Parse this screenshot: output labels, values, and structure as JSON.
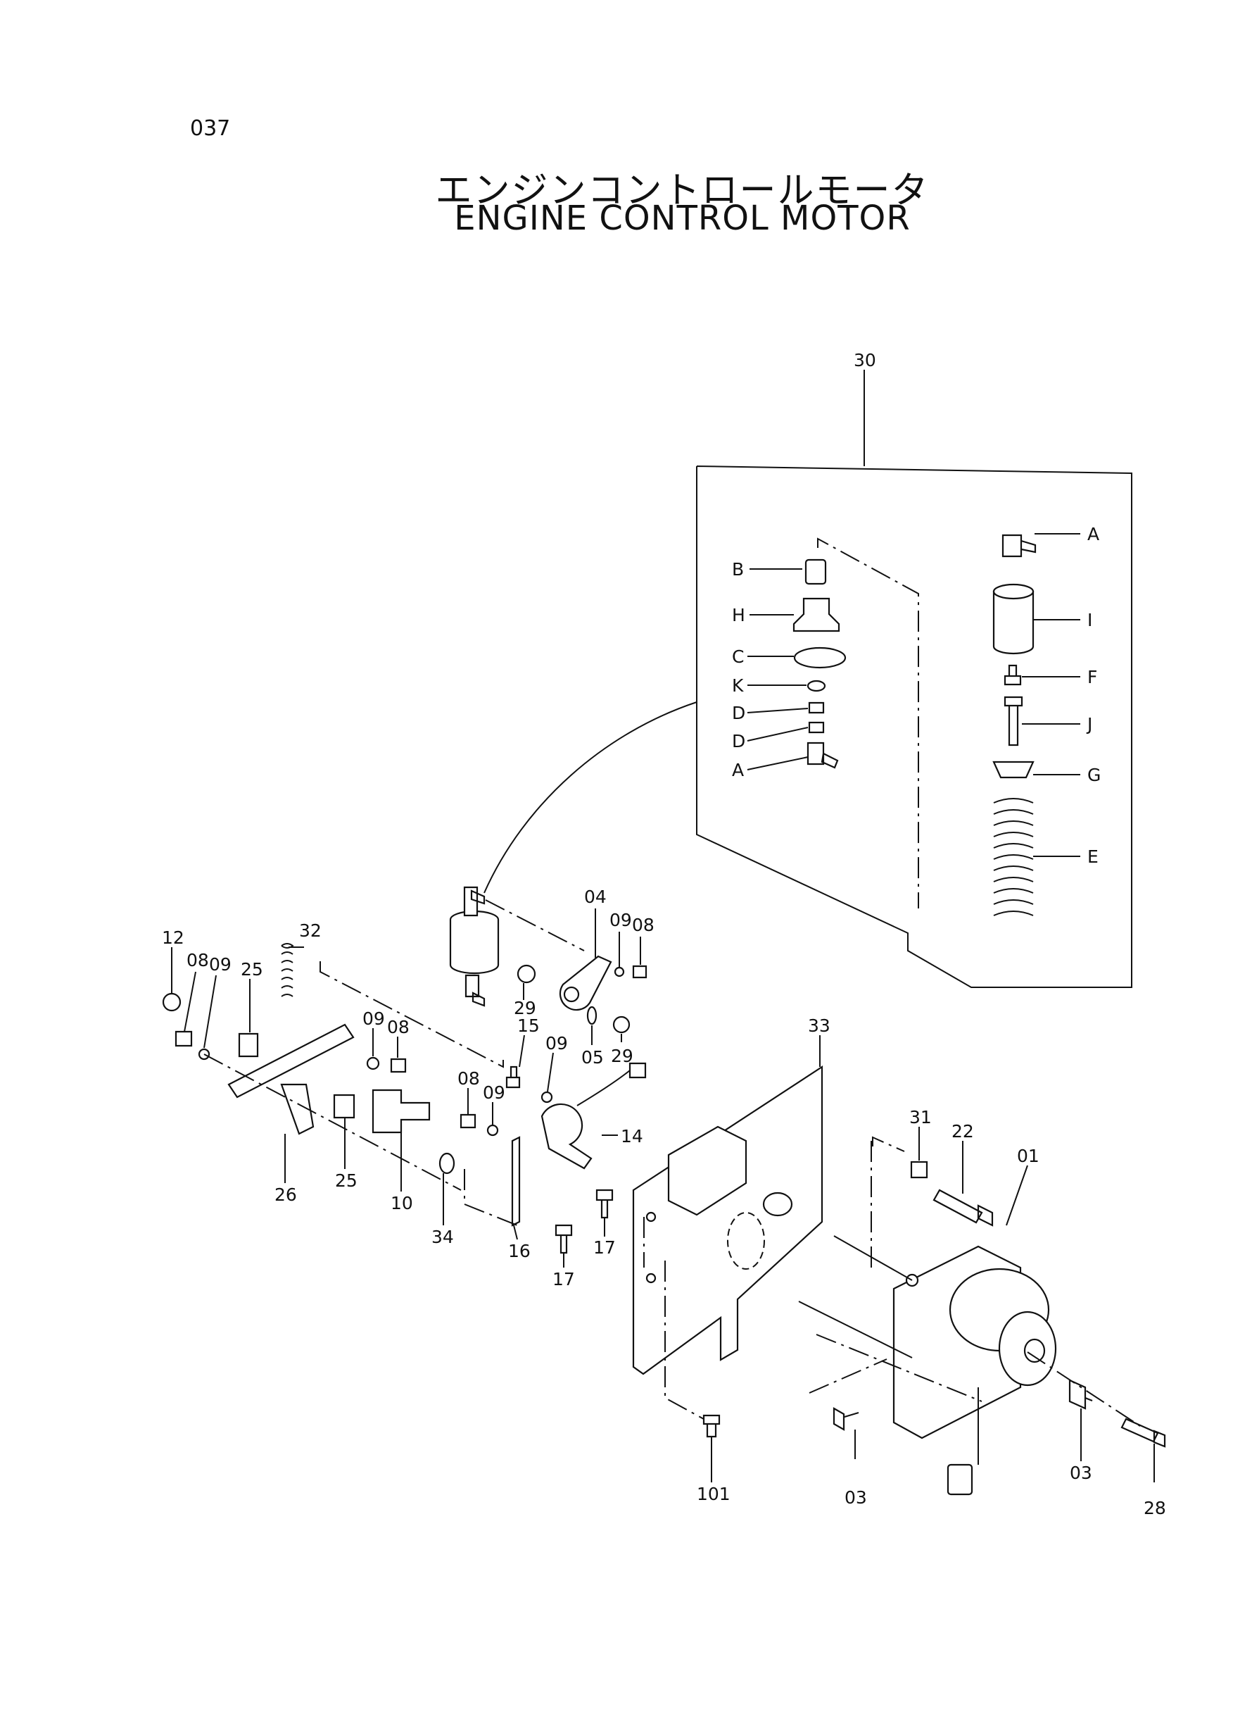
{
  "page": {
    "number": "037",
    "title_jp": "エンジンコントロールモータ",
    "title_en": "ENGINE CONTROL MOTOR"
  },
  "callouts": {
    "c30": "30",
    "cA1": "A",
    "cB": "B",
    "cH": "H",
    "cC": "C",
    "cK": "K",
    "cD1": "D",
    "cD2": "D",
    "cA2": "A",
    "cI": "I",
    "cF": "F",
    "cJ": "J",
    "cG": "G",
    "cE": "E",
    "c04": "04",
    "c09a": "09",
    "c08a": "08",
    "c12": "12",
    "c08b": "08",
    "c09b": "09",
    "c25a": "25",
    "c32": "32",
    "c09c": "09",
    "c08c": "08",
    "c29a": "29",
    "c05": "05",
    "c29b": "29",
    "c15": "15",
    "c09d": "09",
    "c08d": "08",
    "c09e": "09",
    "c14": "14",
    "c33": "33",
    "c31": "31",
    "c22": "22",
    "c01": "01",
    "c26": "26",
    "c25b": "25",
    "c10": "10",
    "c34": "34",
    "c16": "16",
    "c17a": "17",
    "c17b": "17",
    "c101": "101",
    "c03a": "03",
    "c03b": "03",
    "c28": "28"
  }
}
